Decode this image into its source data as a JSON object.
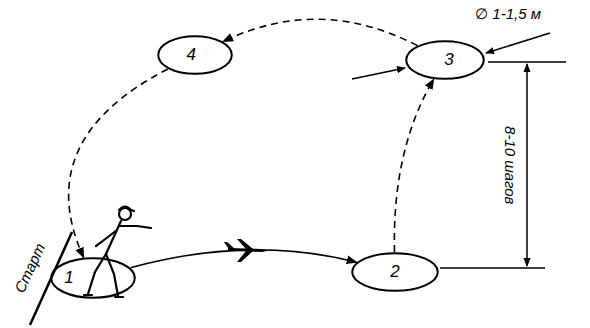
{
  "diagram": {
    "nodes": [
      {
        "text": [
          "1"
        ]
      },
      {
        "text": [
          "2"
        ]
      },
      {
        "text": [
          "3"
        ]
      },
      {
        "text": [
          "4"
        ]
      }
    ],
    "edges": [
      {
        "from": 0,
        "to": 1,
        "arrow": "to"
      },
      {
        "from": 1,
        "to": 2,
        "arrow": "to"
      },
      {
        "from": 2,
        "to": 3,
        "arrow": "to"
      },
      {
        "from": 3,
        "to": 0,
        "arrow": "to"
      }
    ],
    "labels": [
      "Старт",
      "8-10 шагов",
      "∅ 1-1,5 м"
    ]
  }
}
